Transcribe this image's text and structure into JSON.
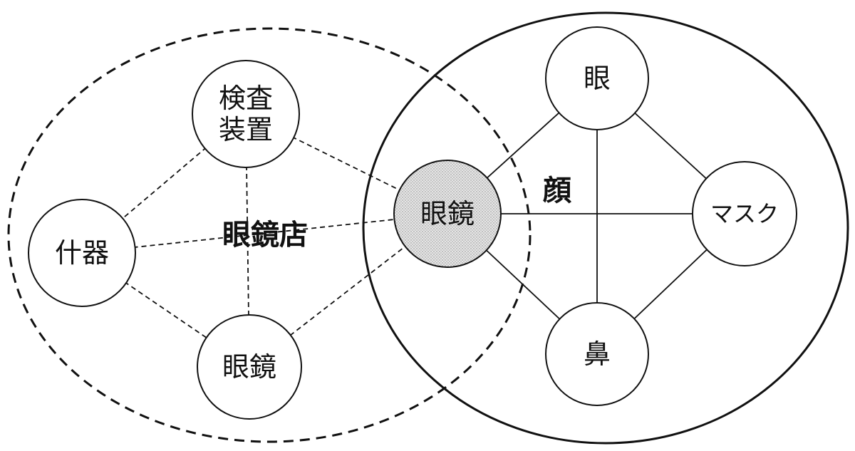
{
  "groups": {
    "shop": {
      "label": "眼鏡店",
      "border": "dashed"
    },
    "face": {
      "label": "顔",
      "border": "solid"
    }
  },
  "nodes": {
    "inspection": {
      "lines": [
        "検査",
        "装置"
      ]
    },
    "fixtures": {
      "lines": [
        "什器"
      ]
    },
    "glasses_shop": {
      "lines": [
        "眼鏡"
      ]
    },
    "glasses_center": {
      "lines": [
        "眼鏡"
      ],
      "highlighted": true
    },
    "eye": {
      "lines": [
        "眼"
      ]
    },
    "mask": {
      "lines": [
        "マスク"
      ]
    },
    "nose": {
      "lines": [
        "鼻"
      ]
    }
  },
  "edges": [
    {
      "from": "inspection",
      "to": "glasses_center",
      "style": "dashed"
    },
    {
      "from": "inspection",
      "to": "fixtures",
      "style": "dashed"
    },
    {
      "from": "inspection",
      "to": "glasses_shop",
      "style": "dashed"
    },
    {
      "from": "fixtures",
      "to": "glasses_center",
      "style": "dashed"
    },
    {
      "from": "fixtures",
      "to": "glasses_shop",
      "style": "dashed"
    },
    {
      "from": "glasses_shop",
      "to": "glasses_center",
      "style": "dashed"
    },
    {
      "from": "glasses_center",
      "to": "eye",
      "style": "solid"
    },
    {
      "from": "glasses_center",
      "to": "mask",
      "style": "solid"
    },
    {
      "from": "glasses_center",
      "to": "nose",
      "style": "solid"
    },
    {
      "from": "eye",
      "to": "mask",
      "style": "solid"
    },
    {
      "from": "eye",
      "to": "nose",
      "style": "solid"
    },
    {
      "from": "nose",
      "to": "mask",
      "style": "solid"
    }
  ],
  "colors": {
    "stroke": "#111111",
    "highlight_fill": "#d8d8d8"
  }
}
